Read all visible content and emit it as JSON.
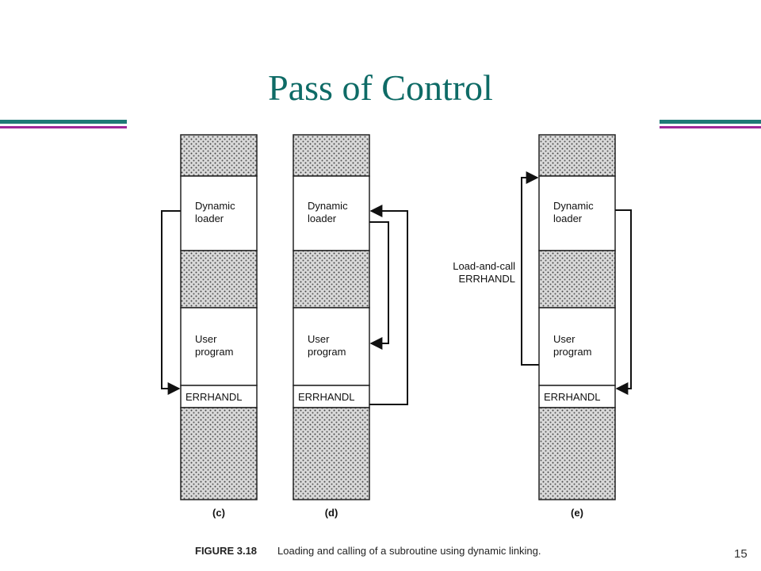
{
  "slide": {
    "title": "Pass of Control",
    "page_number": "15",
    "accent_colors": {
      "teal": "#1f7b77",
      "magenta": "#a0289a",
      "title": "#0e6b66"
    }
  },
  "figure": {
    "label": "FIGURE 3.18",
    "caption": "Loading and calling of a subroutine using dynamic linking.",
    "columns": [
      {
        "id": "c",
        "label": "(c)",
        "dynamic_loader": "Dynamic\nloader",
        "user_program": "User\nprogram",
        "errhandl": "ERRHANDL"
      },
      {
        "id": "d",
        "label": "(d)",
        "dynamic_loader": "Dynamic\nloader",
        "user_program": "User\nprogram",
        "errhandl": "ERRHANDL"
      },
      {
        "id": "e",
        "label": "(e)",
        "dynamic_loader": "Dynamic\nloader",
        "user_program": "User\nprogram",
        "errhandl": "ERRHANDL"
      }
    ],
    "annotation": "Load-and-call\nERRHANDL"
  }
}
